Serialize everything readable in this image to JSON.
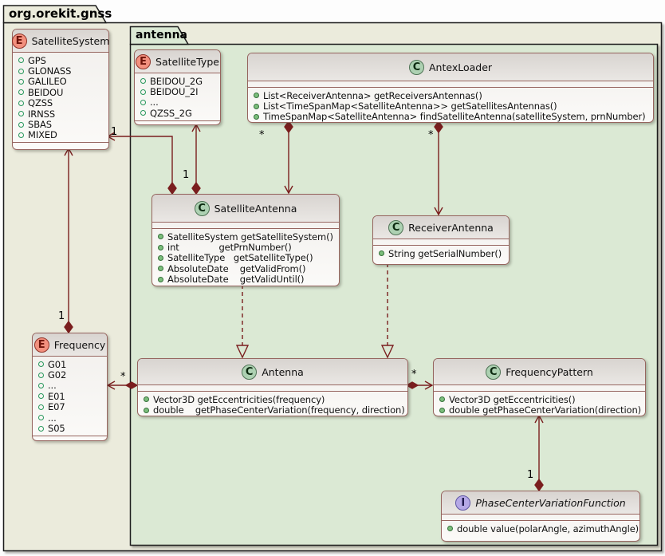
{
  "packages": {
    "outer": "org.orekit.gnss",
    "inner": "antenna"
  },
  "icons": {
    "enum_letter": "E",
    "class_letter": "C",
    "interface_letter": "I"
  },
  "classes": {
    "satellite_system": {
      "name": "SatelliteSystem",
      "kind": "enum",
      "constants": [
        "GPS",
        "GLONASS",
        "GALILEO",
        "BEIDOU",
        "QZSS",
        "IRNSS",
        "SBAS",
        "MIXED"
      ]
    },
    "satellite_type": {
      "name": "SatelliteType",
      "kind": "enum",
      "constants": [
        "BEIDOU_2G",
        "BEIDOU_2I",
        "...",
        "QZSS_2G"
      ]
    },
    "frequency": {
      "name": "Frequency",
      "kind": "enum",
      "constants": [
        "G01",
        "G02",
        "...",
        "E01",
        "E07",
        "...",
        "S05"
      ]
    },
    "antex_loader": {
      "name": "AntexLoader",
      "kind": "class",
      "methods": [
        "List<ReceiverAntenna> getReceiversAntennas()",
        "List<TimeSpanMap<SatelliteAntenna>> getSatellitesAntennas()",
        "TimeSpanMap<SatelliteAntenna> findSatelliteAntenna(satelliteSystem, prnNumber)"
      ]
    },
    "satellite_antenna": {
      "name": "SatelliteAntenna",
      "kind": "class",
      "methods": [
        "SatelliteSystem getSatelliteSystem()",
        "int              getPrnNumber()",
        "SatelliteType   getSatelliteType()",
        "AbsoluteDate    getValidFrom()",
        "AbsoluteDate    getValidUntil()"
      ]
    },
    "receiver_antenna": {
      "name": "ReceiverAntenna",
      "kind": "class",
      "methods": [
        "String getSerialNumber()"
      ]
    },
    "antenna": {
      "name": "Antenna",
      "kind": "class",
      "methods": [
        "Vector3D getEccentricities(frequency)",
        "double    getPhaseCenterVariation(frequency, direction)"
      ]
    },
    "frequency_pattern": {
      "name": "FrequencyPattern",
      "kind": "class",
      "methods": [
        "Vector3D getEccentricities()",
        "double getPhaseCenterVariation(direction)"
      ]
    },
    "phase_center_variation_function": {
      "name": "PhaseCenterVariationFunction",
      "kind": "interface",
      "methods": [
        "double value(polarAngle, azimuthAngle)"
      ]
    }
  },
  "relations": {
    "satellite_antenna_to_system": "1",
    "satellite_antenna_to_type": "1",
    "antex_to_satellite_antennas": "*",
    "antex_to_receiver_antennas": "*",
    "antenna_to_frequency": "*",
    "antenna_to_frequency_pattern": "*",
    "pattern_to_function": "1",
    "frequency_to_system": "1"
  },
  "colors": {
    "outer_package_fill": "#EBEBDC",
    "inner_package_fill": "#DBE9D4",
    "package_border": "#1a1a1a",
    "class_border": "#96655f",
    "relation_line": "#7a1e1e",
    "enum_icon_fill": "#F2907E",
    "class_icon_fill": "#ADD1B2",
    "interface_icon_fill": "#B5A8E6",
    "method_dot": "#7cbe7c",
    "enum_dot_ring": "#27985c"
  }
}
